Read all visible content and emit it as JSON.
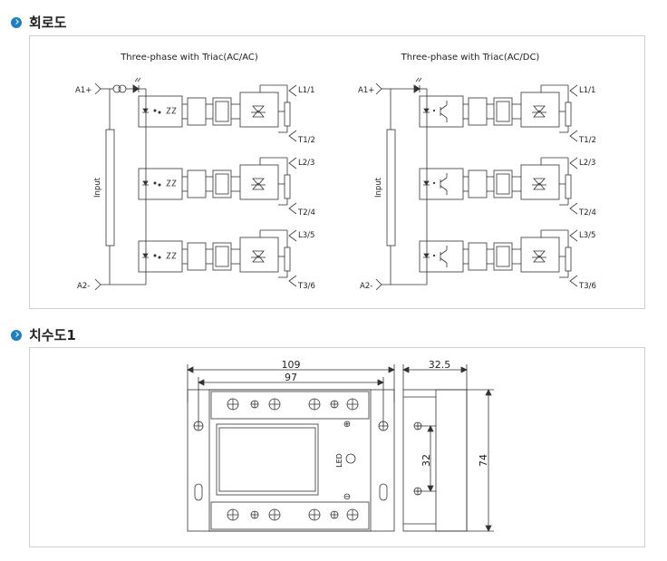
{
  "sections": {
    "circuit_title": "회로도",
    "dimension_title": "치수도1"
  },
  "circuit": {
    "left_title": "Three-phase with Triac(AC/AC)",
    "right_title": "Three-phase with Triac(AC/DC)",
    "input_label": "Input",
    "terminals_in": [
      "A1+",
      "A2-"
    ],
    "terminals_out": [
      "L1/1",
      "T1/2",
      "L2/3",
      "T2/4",
      "L3/5",
      "T3/6"
    ]
  },
  "dimensions": {
    "width_total": "109",
    "width_inner": "97",
    "depth": "32.5",
    "height_inner": "32",
    "height_total": "74",
    "led_label": "LED",
    "plus_sign": "⊕",
    "minus_sign": "⊖"
  }
}
